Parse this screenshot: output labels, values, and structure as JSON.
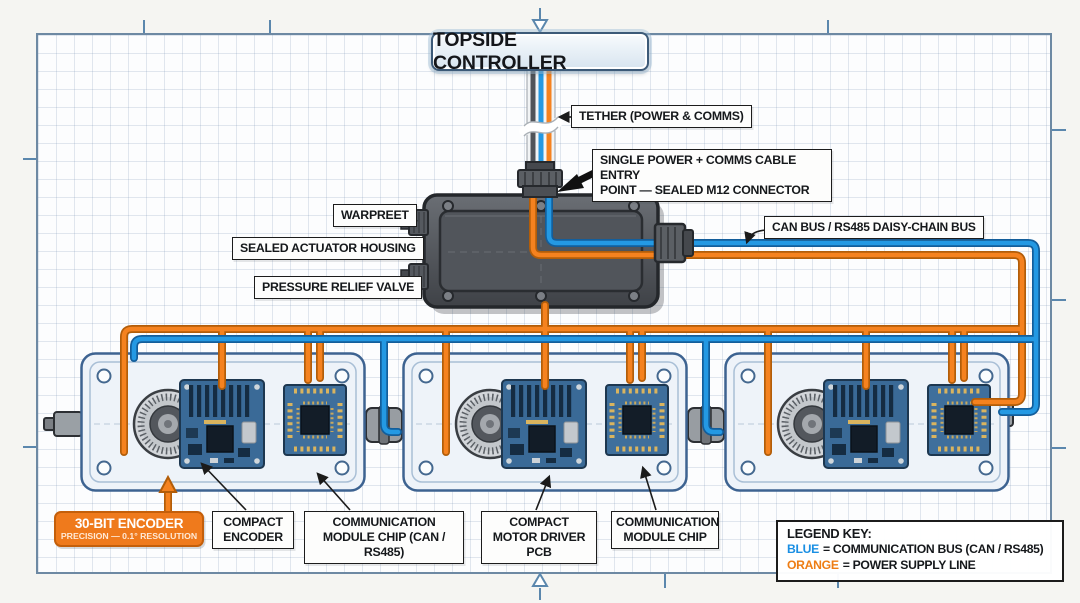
{
  "title": "TOPSIDE CONTROLLER",
  "callouts": {
    "tether": "TETHER (POWER & COMMS)",
    "entry_line1": "SINGLE POWER + COMMS CABLE ENTRY",
    "entry_line2": "POINT — SEALED M12 CONNECTOR",
    "warpreet": "WARPREET",
    "sealed_housing": "SEALED ACTUATOR HOUSING",
    "pressure_relief": "PRESSURE RELIEF VALVE",
    "can_bus": "CAN BUS / RS485 DAISY-CHAIN BUS",
    "encoder_title": "30-BIT ENCODER",
    "encoder_subtitle": "PRECISION — 0.1° RESOLUTION",
    "compact_encoder": "COMPACT ENCODER",
    "comm_module_chip_full": "COMMUNICATION MODULE CHIP (CAN / RS485)",
    "compact_motor_driver": "COMPACT MOTOR DRIVER PCB",
    "comm_module_chip": "COMMUNICATION MODULE CHIP"
  },
  "legend": {
    "title": "LEGEND KEY:",
    "items": [
      {
        "term": "BLUE",
        "definition": "= COMMUNICATION BUS (CAN / RS485)",
        "color": "#1a8fe3"
      },
      {
        "term": "ORANGE",
        "definition": "= POWER SUPPLY LINE",
        "color": "#ee7d14"
      }
    ]
  },
  "colors": {
    "communication_bus": "#2499e3",
    "power_supply": "#f5821f",
    "blueprint_frame": "#6d89a3"
  }
}
